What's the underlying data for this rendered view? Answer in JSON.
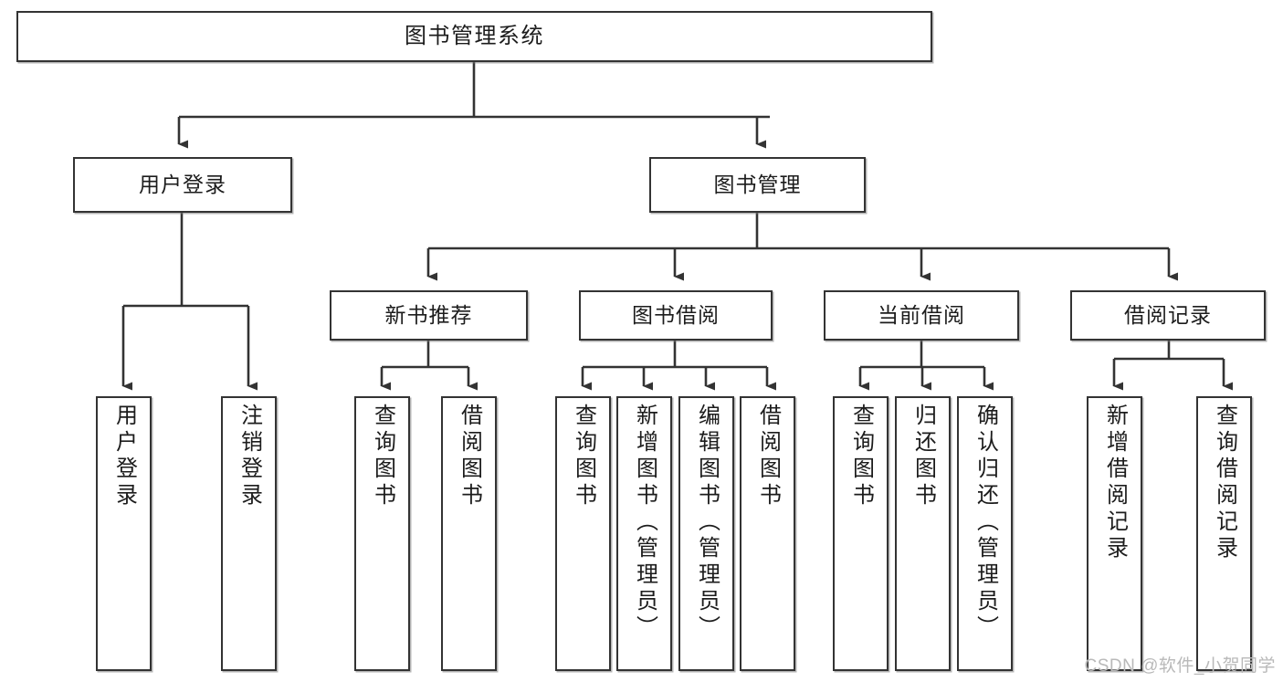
{
  "diagram": {
    "title": "图书管理系统",
    "watermark": "CSDN @软件_小贺同学",
    "theme": {
      "box_border": "#333333",
      "box_fill": "#ffffff",
      "line_color": "#333333",
      "text_color": "#1c1c1c",
      "watermark_color": "#b9b9b9",
      "background": "#ffffff"
    },
    "nodes": {
      "root": {
        "label": "图书管理系统"
      },
      "level2": [
        {
          "label": "用户登录"
        },
        {
          "label": "图书管理"
        }
      ],
      "level3": [
        {
          "label": "新书推荐"
        },
        {
          "label": "图书借阅"
        },
        {
          "label": "当前借阅"
        },
        {
          "label": "借阅记录"
        }
      ],
      "leaves": {
        "user_login": [
          {
            "label": "用户登录"
          },
          {
            "label": "注销登录"
          }
        ],
        "new_book": [
          {
            "label": "查询图书"
          },
          {
            "label": "借阅图书"
          }
        ],
        "borrow_book": [
          {
            "label": "查询图书"
          },
          {
            "label": "新增图书（管理员）"
          },
          {
            "label": "编辑图书（管理员）"
          },
          {
            "label": "借阅图书"
          }
        ],
        "current_borrow": [
          {
            "label": "查询图书"
          },
          {
            "label": "归还图书"
          },
          {
            "label": "确认归还（管理员）"
          }
        ],
        "borrow_record": [
          {
            "label": "新增借阅记录"
          },
          {
            "label": "查询借阅记录"
          }
        ]
      }
    }
  }
}
